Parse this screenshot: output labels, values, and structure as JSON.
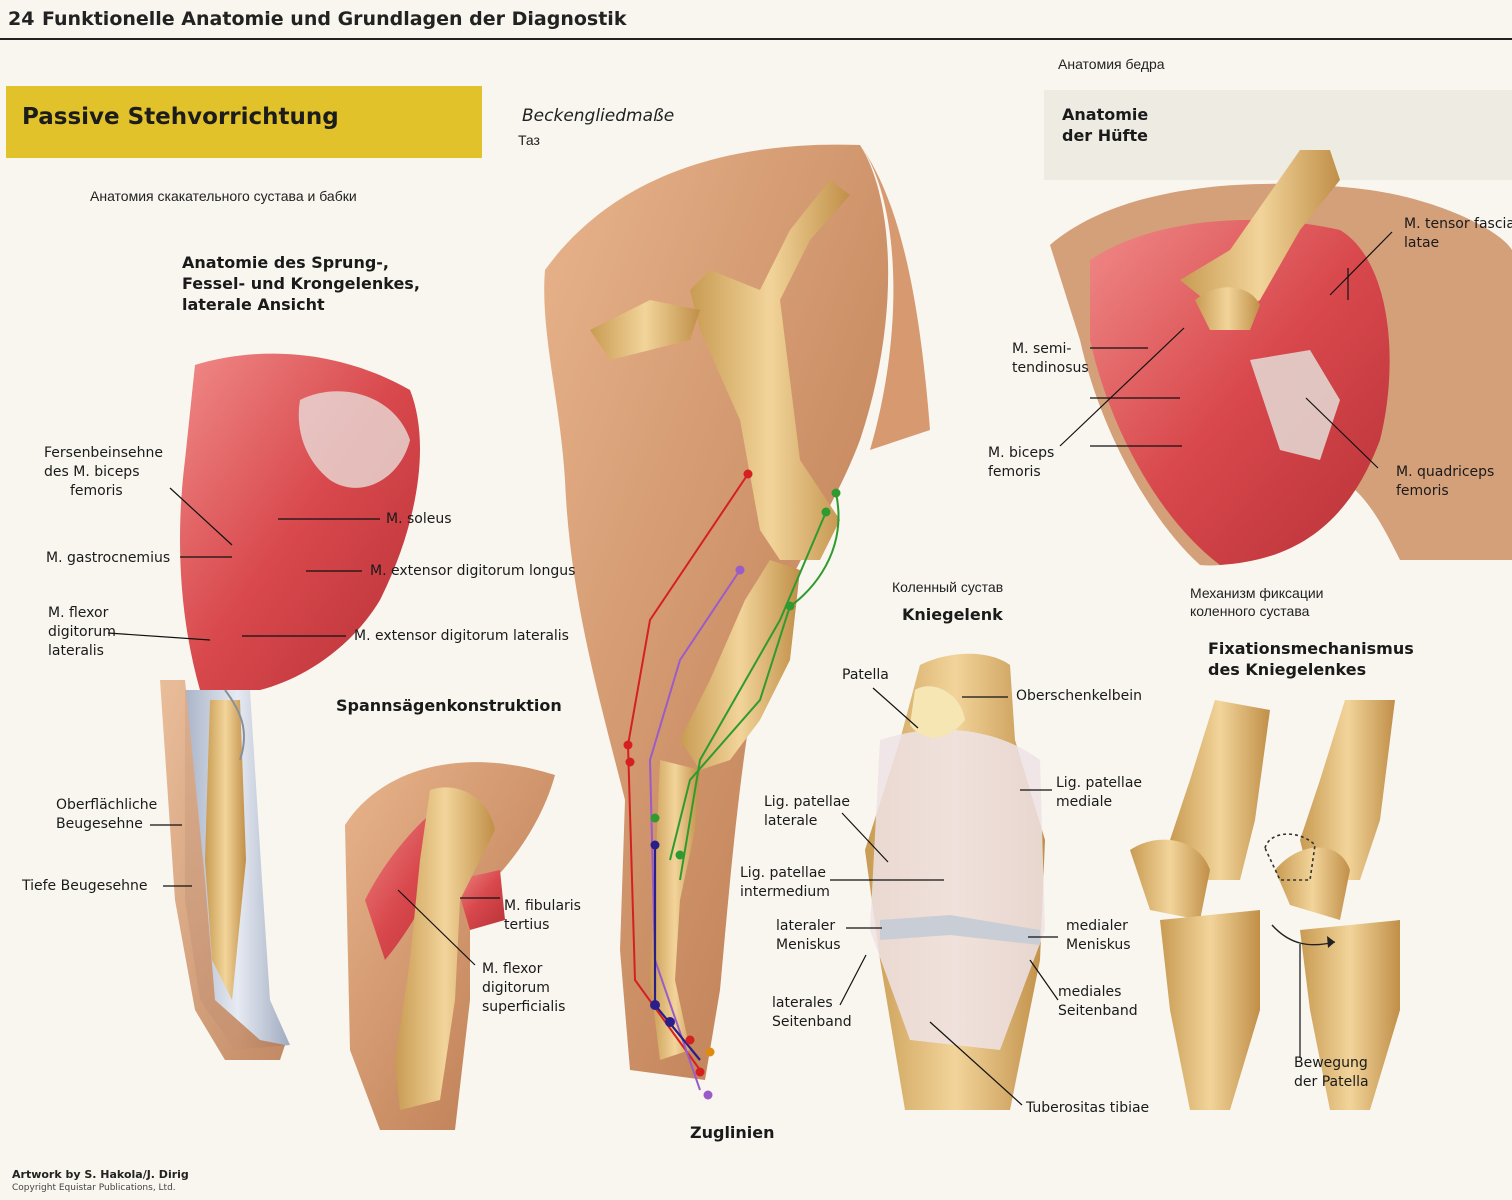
{
  "header": {
    "page_number": "24",
    "title": "Funktionelle Anatomie und Grundlagen der Diagnostik"
  },
  "banner": {
    "title": "Passive Stehvorrichtung"
  },
  "hock": {
    "ru_title": "Анатомия скакательного сустава и бабки",
    "title_lines": [
      "Anatomie des Sprung-,",
      "Fessel- und Krongelenkes,",
      "laterale Ansicht"
    ],
    "labels": {
      "fersenbein": [
        "Fersenbeinsehne",
        "des M. biceps",
        "femoris"
      ],
      "soleus": "M. soleus",
      "gastrocnemius": "M. gastrocnemius",
      "ext_longus": "M. extensor digitorum longus",
      "flexor_lat": [
        "M. flexor",
        "digitorum",
        "lateralis"
      ],
      "ext_lat": "M. extensor digitorum lateralis",
      "oberfl": [
        "Oberflächliche",
        "Beugesehne"
      ],
      "tiefe": "Tiefe Beugesehne"
    }
  },
  "spann": {
    "title": "Spannsägenkonstruktion",
    "labels": {
      "fibularis": [
        "M. fibularis",
        "tertius"
      ],
      "flexor_sup": [
        "M. flexor",
        "digitorum",
        "superficialis"
      ]
    }
  },
  "pelvic": {
    "title": "Beckengliedmaße",
    "ru_title": "Таз",
    "caption": "Zuglinien"
  },
  "hip": {
    "ru_title": "Анатомия бедра",
    "title_lines": [
      "Anatomie",
      "der Hüfte"
    ],
    "labels": {
      "tensor": [
        "M. tensor fasciae",
        "latae"
      ],
      "semi": [
        "M. semi-",
        "tendinosus"
      ],
      "biceps": [
        "M. biceps",
        "femoris"
      ],
      "quad": [
        "M. quadriceps",
        "femoris"
      ]
    }
  },
  "knee": {
    "ru_title": "Коленный сустав",
    "title": "Kniegelenk",
    "labels": {
      "patella": "Patella",
      "oberschenkel": "Oberschenkelbein",
      "lig_med": [
        "Lig. patellae",
        "mediale"
      ],
      "lig_lat": [
        "Lig. patellae",
        "laterale"
      ],
      "lig_int": [
        "Lig. patellae",
        "intermedium"
      ],
      "lat_men": [
        "lateraler",
        "Meniskus"
      ],
      "med_men": [
        "medialer",
        "Meniskus"
      ],
      "lat_seit": [
        "laterales",
        "Seitenband"
      ],
      "med_seit": [
        "mediales",
        "Seitenband"
      ],
      "tub": "Tuberositas tibiae"
    }
  },
  "fix": {
    "ru_title_lines": [
      "Механизм фиксации",
      "коленного сустава"
    ],
    "title_lines": [
      "Fixationsmechanismus",
      "des Kniegelenkes"
    ],
    "labels": {
      "bewegung": [
        "Bewegung",
        "der Patella"
      ]
    }
  },
  "credits": {
    "artwork": "Artwork by S. Hakola/J. Dirig",
    "copyright": "Copyright Equistar Publications, Ltd."
  },
  "colors": {
    "banner": "#e2c22b",
    "muscle": "#d8484c",
    "bone": "#e8c27c",
    "tendon": "#c8cfdc",
    "skin": "#c98a5e",
    "line_red": "#d42020",
    "line_green": "#2f9a2f",
    "line_purple": "#9a5cc8",
    "line_navy": "#2a1f8a",
    "line_orange": "#e08a10"
  }
}
